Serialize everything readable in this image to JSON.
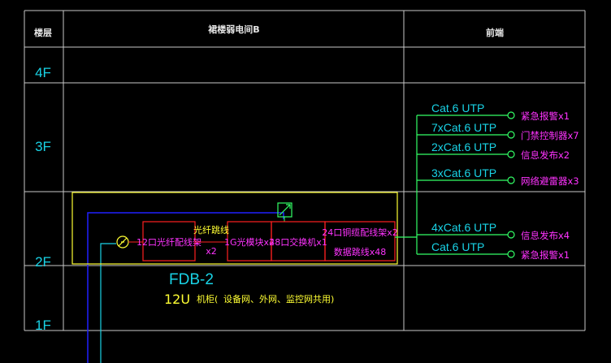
{
  "table": {
    "col_floor": "楼层",
    "col_room": "裙楼弱电间B",
    "col_front": "前端"
  },
  "floors": [
    "4F",
    "3F",
    "2F",
    "1F"
  ],
  "cabinet": {
    "name": "FDB-2",
    "size": "12U",
    "desc_prefix": "机柜(",
    "desc": "设备网、外网、监控网共用)"
  },
  "modules": [
    {
      "text": "12口光纤配线架"
    },
    {
      "text": "光纤跳线",
      "text2": "x2"
    },
    {
      "text": "1G光模块x2"
    },
    {
      "text": "48口交换机x1"
    },
    {
      "text": "24口铜缆配线架x2",
      "text2": "数据跳线x48"
    }
  ],
  "links": [
    {
      "cable": "Cat.6 UTP",
      "device": "紧急报警x1"
    },
    {
      "cable": "7xCat.6 UTP",
      "device": "门禁控制器x7"
    },
    {
      "cable": "2xCat.6 UTP",
      "device": "信息发布x2"
    },
    {
      "cable": "3xCat.6 UTP",
      "device": "网络避雷器x3"
    },
    {
      "cable": "4xCat.6 UTP",
      "device": "信息发布x4"
    },
    {
      "cable": "Cat.6 UTP",
      "device": "紧急报警x1"
    }
  ],
  "colors": {
    "grid": "#c8c8c8",
    "cyan": "#19d3e6",
    "magenta": "#ff33ff",
    "green": "#33ff66",
    "yellow": "#ffff33",
    "red": "#ff2020",
    "blue": "#2020ff"
  }
}
